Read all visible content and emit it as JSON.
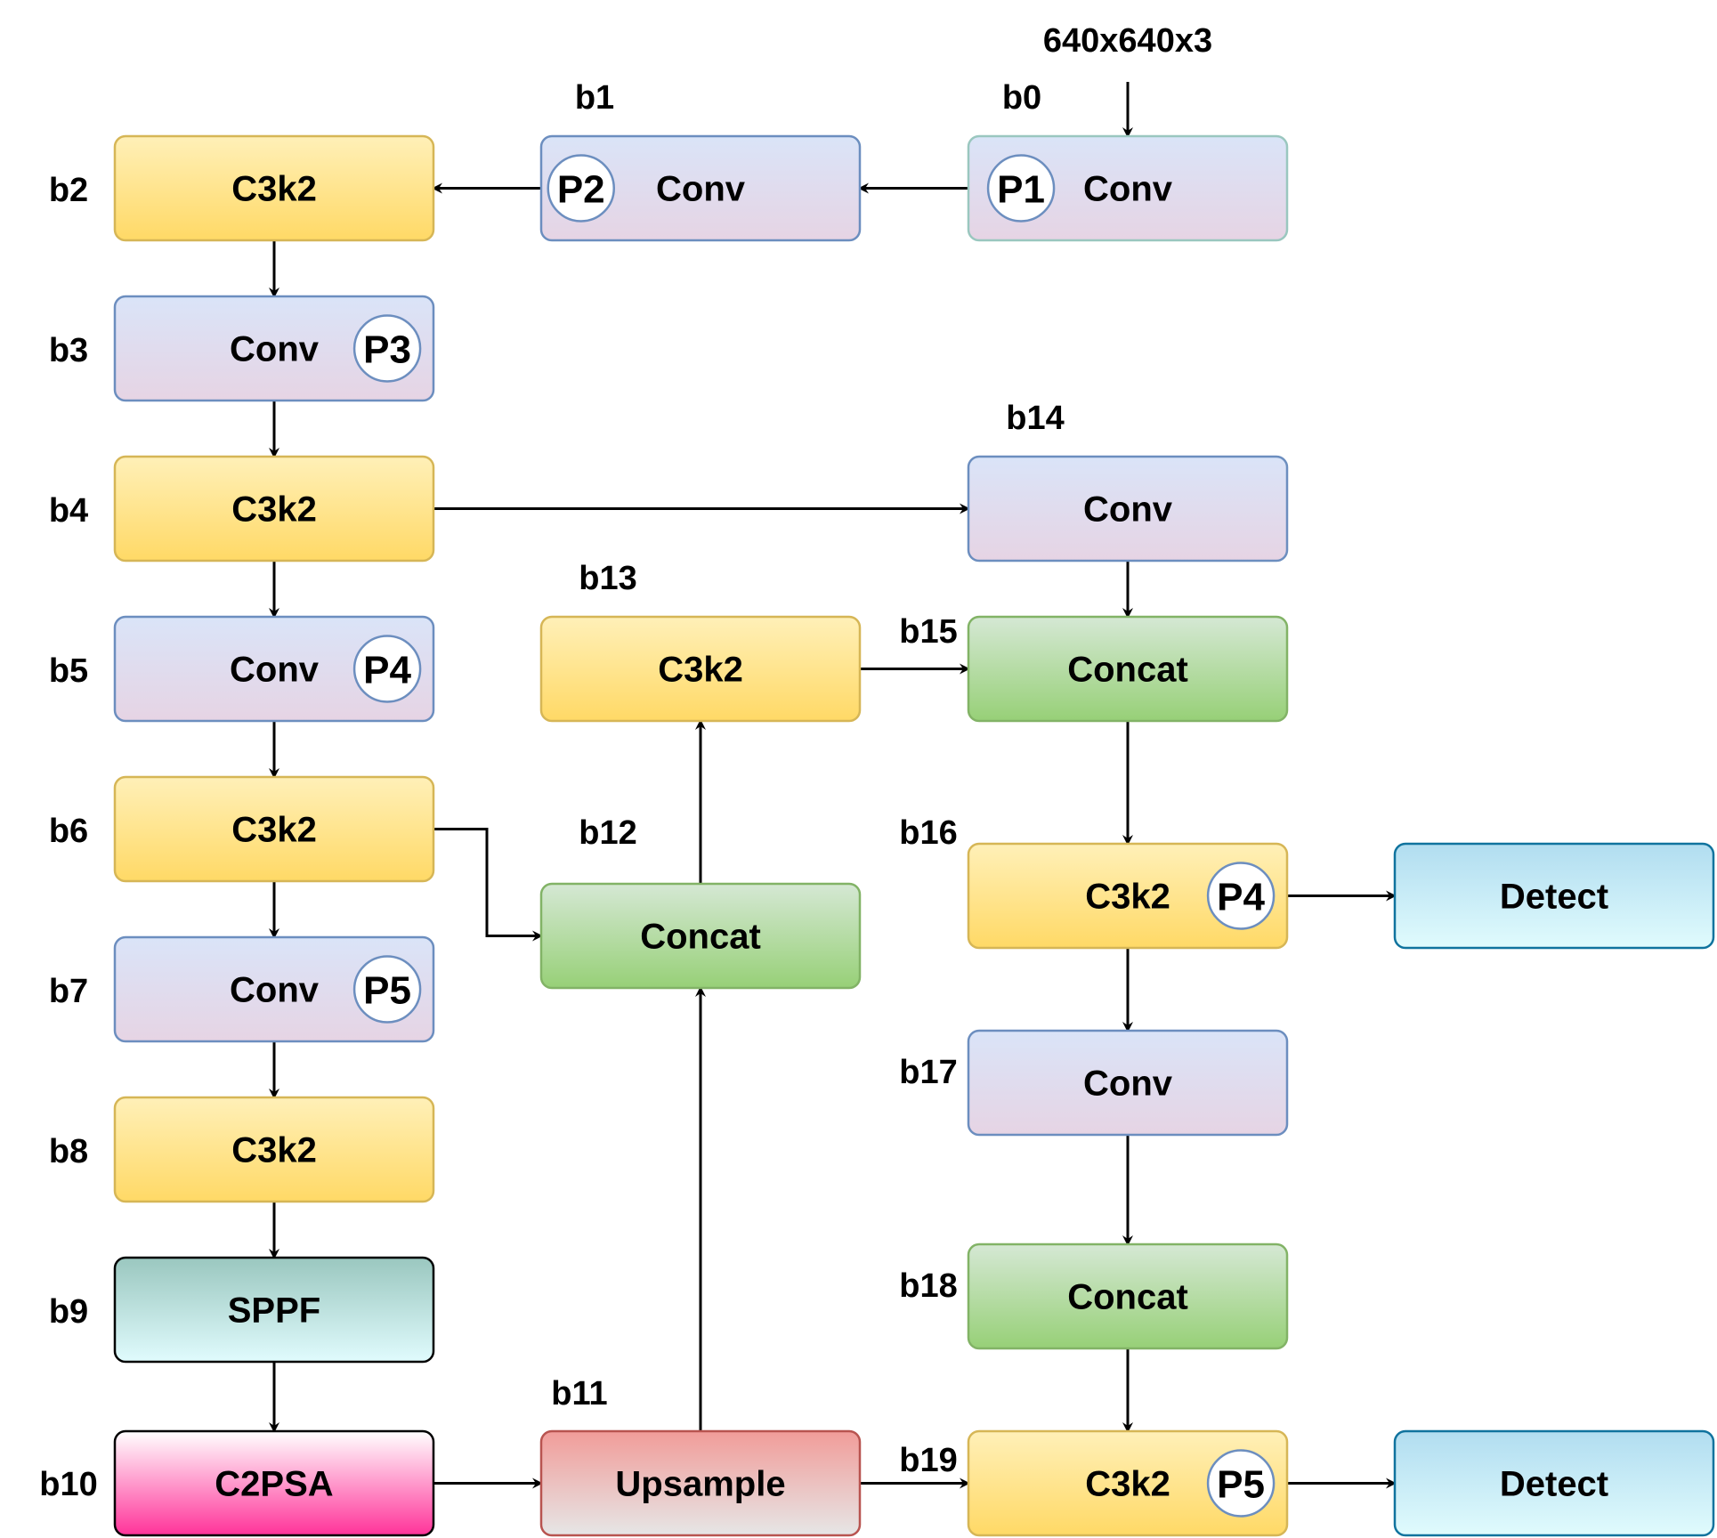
{
  "input": {
    "label": "640x640x3"
  },
  "blocks": [
    {
      "id": "b0",
      "label": "b0",
      "name": "Conv",
      "badge": "P1",
      "style": "conv-teal"
    },
    {
      "id": "b1",
      "label": "b1",
      "name": "Conv",
      "badge": "P2",
      "style": "conv"
    },
    {
      "id": "b2",
      "label": "b2",
      "name": "C3k2",
      "badge": "",
      "style": "c3k2"
    },
    {
      "id": "b3",
      "label": "b3",
      "name": "Conv",
      "badge": "P3",
      "style": "conv"
    },
    {
      "id": "b4",
      "label": "b4",
      "name": "C3k2",
      "badge": "",
      "style": "c3k2"
    },
    {
      "id": "b5",
      "label": "b5",
      "name": "Conv",
      "badge": "P4",
      "style": "conv"
    },
    {
      "id": "b6",
      "label": "b6",
      "name": "C3k2",
      "badge": "",
      "style": "c3k2"
    },
    {
      "id": "b7",
      "label": "b7",
      "name": "Conv",
      "badge": "P5",
      "style": "conv"
    },
    {
      "id": "b8",
      "label": "b8",
      "name": "C3k2",
      "badge": "",
      "style": "c3k2"
    },
    {
      "id": "b9",
      "label": "b9",
      "name": "SPPF",
      "badge": "",
      "style": "sppf"
    },
    {
      "id": "b10",
      "label": "b10",
      "name": "C2PSA",
      "badge": "",
      "style": "c2psa"
    },
    {
      "id": "b11",
      "label": "b11",
      "name": "Upsample",
      "badge": "",
      "style": "upsample"
    },
    {
      "id": "b12",
      "label": "b12",
      "name": "Concat",
      "badge": "",
      "style": "concat"
    },
    {
      "id": "b13",
      "label": "b13",
      "name": "C3k2",
      "badge": "",
      "style": "c3k2"
    },
    {
      "id": "b14",
      "label": "b14",
      "name": "Conv",
      "badge": "",
      "style": "conv"
    },
    {
      "id": "b15",
      "label": "b15",
      "name": "Concat",
      "badge": "",
      "style": "concat"
    },
    {
      "id": "b16",
      "label": "b16",
      "name": "C3k2",
      "badge": "P4",
      "style": "c3k2"
    },
    {
      "id": "b17",
      "label": "b17",
      "name": "Conv",
      "badge": "",
      "style": "conv"
    },
    {
      "id": "b18",
      "label": "b18",
      "name": "Concat",
      "badge": "",
      "style": "concat"
    },
    {
      "id": "b19",
      "label": "b19",
      "name": "C3k2",
      "badge": "P5",
      "style": "c3k2"
    },
    {
      "id": "d1",
      "label": "",
      "name": "Detect",
      "badge": "",
      "style": "detect"
    },
    {
      "id": "d2",
      "label": "",
      "name": "Detect",
      "badge": "",
      "style": "detect"
    }
  ],
  "edges": [
    [
      "input",
      "b0"
    ],
    [
      "b0",
      "b1"
    ],
    [
      "b1",
      "b2"
    ],
    [
      "b2",
      "b3"
    ],
    [
      "b3",
      "b4"
    ],
    [
      "b4",
      "b5"
    ],
    [
      "b5",
      "b6"
    ],
    [
      "b6",
      "b7"
    ],
    [
      "b7",
      "b8"
    ],
    [
      "b8",
      "b9"
    ],
    [
      "b9",
      "b10"
    ],
    [
      "b10",
      "b11"
    ],
    [
      "b11",
      "b12"
    ],
    [
      "b6",
      "b12"
    ],
    [
      "b12",
      "b13"
    ],
    [
      "b4",
      "b14"
    ],
    [
      "b14",
      "b15"
    ],
    [
      "b13",
      "b15"
    ],
    [
      "b15",
      "b16"
    ],
    [
      "b16",
      "d1"
    ],
    [
      "b16",
      "b17"
    ],
    [
      "b17",
      "b18"
    ],
    [
      "b18",
      "b19"
    ],
    [
      "b11",
      "b19"
    ],
    [
      "b19",
      "d2"
    ]
  ],
  "styles": {
    "conv": {
      "top": "#dae4f8",
      "bottom": "#e6d4e4",
      "stroke": "#6c8ebf"
    },
    "conv-teal": {
      "top": "#dae4f8",
      "bottom": "#e6d4e4",
      "stroke": "#9ac7bf"
    },
    "c3k2": {
      "top": "#fff0b8",
      "bottom": "#ffd966",
      "stroke": "#d6b656"
    },
    "concat": {
      "top": "#d5e8d4",
      "bottom": "#97d077",
      "stroke": "#82b366"
    },
    "sppf": {
      "top": "#9ac7bf",
      "bottom": "#e0fbfd",
      "stroke": "#000000"
    },
    "c2psa": {
      "top": "#ffffff",
      "bottom": "#ff3399",
      "stroke": "#000000"
    },
    "upsample": {
      "top": "#f19c99",
      "bottom": "#e6e6e6",
      "stroke": "#b85450"
    },
    "detect": {
      "top": "#b1ddf0",
      "bottom": "#e0fbfd",
      "stroke": "#10739e"
    }
  }
}
